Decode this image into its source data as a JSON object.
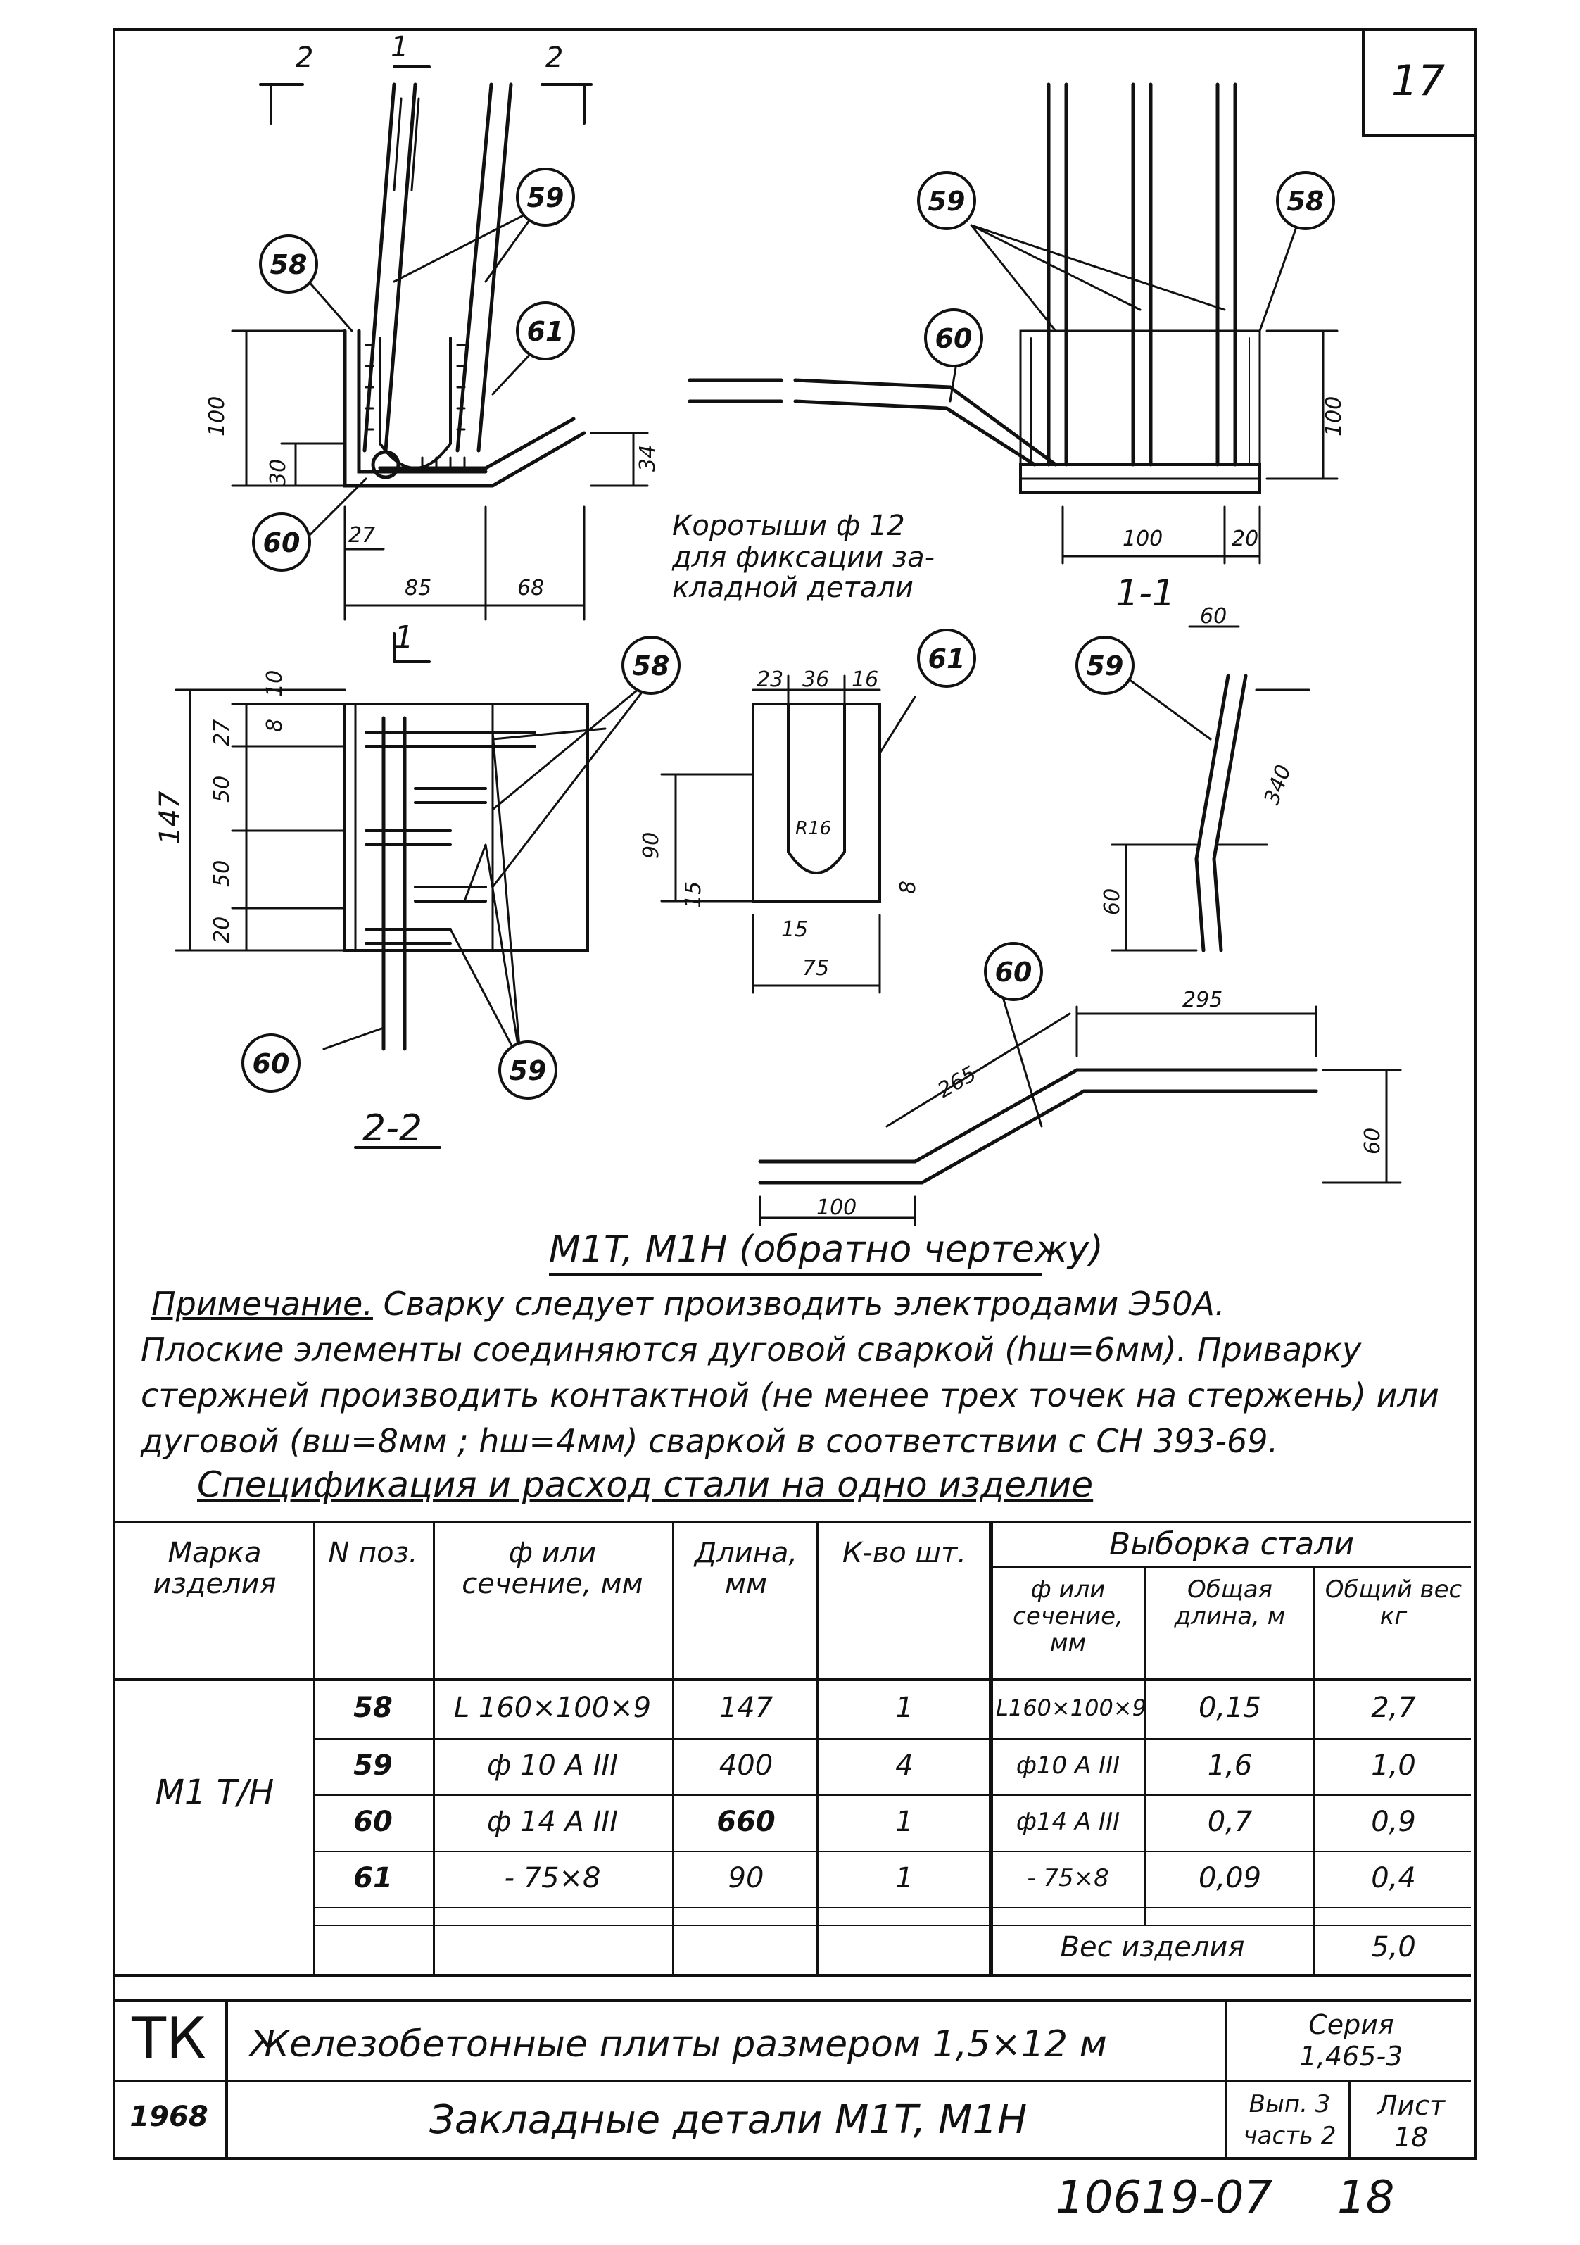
{
  "sheet_number": "17",
  "drawing": {
    "dims_2_2_markers": [
      "2",
      "1",
      "2"
    ],
    "callouts": {
      "c58": "58",
      "c59": "59",
      "c60": "60",
      "c61": "61"
    },
    "main_dims": {
      "d100": "100",
      "d30": "30",
      "d27": "27",
      "d85": "85",
      "d68": "68",
      "d34": "34"
    },
    "section_1_1_dims": {
      "d100h": "100",
      "d20": "20",
      "d100v": "100"
    },
    "section_1_1_label": "1-1",
    "section_mark": "1",
    "fixation_note_1": "Коротыши ф 12",
    "fixation_note_2": "для фиксации за-",
    "fixation_note_3": "кладной детали",
    "plan_dims": {
      "d10": "10",
      "d8": "8",
      "d27": "27",
      "d50a": "50",
      "d50b": "50",
      "d20": "20",
      "d147": "147"
    },
    "plan_label": "2-2",
    "part61_dims": {
      "d23": "23",
      "d36": "36",
      "d16": "16",
      "d90": "90",
      "r": "R16",
      "d15a": "15",
      "d15b": "15",
      "d8": "8",
      "d75": "75"
    },
    "part59_dims": {
      "d60top": "60",
      "d340": "340",
      "d60": "60"
    },
    "part60_dims": {
      "d295": "295",
      "d265": "265",
      "d100": "100",
      "d60": "60"
    },
    "caption": "М1T, М1H (обратно чертежу)"
  },
  "notes": {
    "line1_label": "Примечание.",
    "line1_text": "Сварку следует производить электродами Э50А.",
    "line2": "Плоские элементы соединяются дуговой сваркой (hш=6мм). Приварку",
    "line3": "стержней производить контактной (не менее трех точек на стержень) или",
    "line4": "дуговой (вш=8мм ; hш=4мм) сваркой в соответствии с СН 393-69."
  },
  "spec_title": "Спецификация и расход стали на одно изделие",
  "table": {
    "headers": {
      "mark": "Марка изделия",
      "pos": "N поз.",
      "section": "ф или сечение, мм",
      "length": "Длина, мм",
      "qty": "К-во шт.",
      "steel_group": "Выборка стали",
      "steel_section": "ф или сечение, мм",
      "total_length": "Общая длина, м",
      "total_weight": "Общий вес кг"
    },
    "mark_value": "М1 T/H",
    "rows": [
      {
        "pos": "58",
        "section": "L 160×100×9",
        "length": "147",
        "qty": "1",
        "steel_section": "L160×100×9",
        "total_length": "0,15",
        "weight": "2,7"
      },
      {
        "pos": "59",
        "section": "ф 10 А III",
        "length": "400",
        "qty": "4",
        "steel_section": "ф10 А III",
        "total_length": "1,6",
        "weight": "1,0"
      },
      {
        "pos": "60",
        "section": "ф 14 А III",
        "length": "660",
        "qty": "1",
        "steel_section": "ф14 А III",
        "total_length": "0,7",
        "weight": "0,9"
      },
      {
        "pos": "61",
        "section": "- 75×8",
        "length": "90",
        "qty": "1",
        "steel_section": "- 75×8",
        "total_length": "0,09",
        "weight": "0,4"
      }
    ],
    "total_label": "Вес изделия",
    "total_value": "5,0"
  },
  "title_block": {
    "org": "ТК",
    "year": "1968",
    "title1": "Железобетонные плиты размером 1,5×12 м",
    "title2": "Закладные детали М1T, М1H",
    "series_label": "Серия",
    "series_value": "1,465-3",
    "issue": "Вып. 3",
    "part": "часть 2",
    "sheet_label": "Лист",
    "sheet_value": "18"
  },
  "footer": {
    "code": "10619-07",
    "page": "18"
  }
}
